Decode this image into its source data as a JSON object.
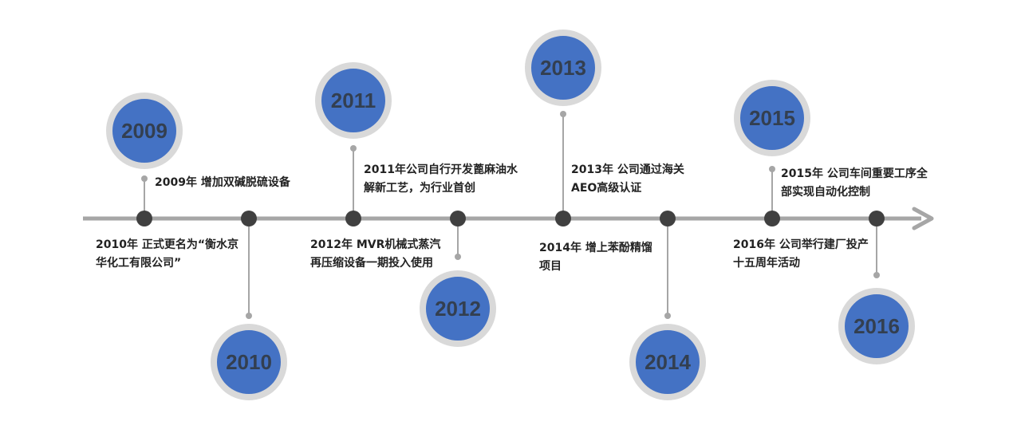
{
  "timeline": {
    "colors": {
      "axis": "#a6a6a6",
      "node": "#404040",
      "connector": "#a6a6a6",
      "circle_fill": "#4472c4",
      "circle_ring": "#d9d9d9",
      "year_text": "#333f50",
      "event_text": "#222222"
    },
    "events": [
      {
        "year": "2009",
        "text": "2009年 增加双碱脱硫设备",
        "side": "top"
      },
      {
        "year": "2010",
        "text": "2010年 正式更名为“衡水京华化工有限公司”",
        "side": "bottom"
      },
      {
        "year": "2011",
        "text": "2011年公司自行开发蓖麻油水解新工艺，为行业首创",
        "side": "top"
      },
      {
        "year": "2012",
        "text": "2012年 MVR机械式蒸汽再压缩设备一期投入使用",
        "side": "bottom"
      },
      {
        "year": "2013",
        "text": "2013年 公司通过海关AEO高级认证",
        "side": "top"
      },
      {
        "year": "2014",
        "text": "2014年 增上苯酚精馏项目",
        "side": "bottom"
      },
      {
        "year": "2015",
        "text": "2015年 公司车间重要工序全部实现自动化控制",
        "side": "top"
      },
      {
        "year": "2016",
        "text": "2016年 公司举行建厂投产十五周年活动",
        "side": "bottom"
      }
    ]
  }
}
